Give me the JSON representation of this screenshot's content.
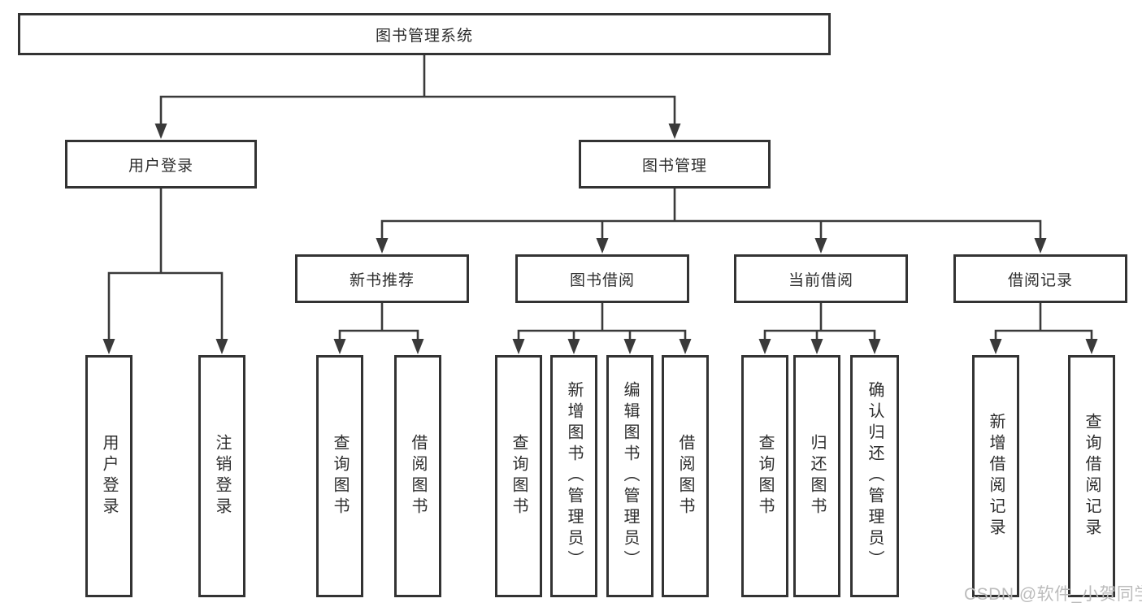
{
  "diagram_title": "图书管理系统",
  "watermark": "CSDN @软件_小贺同学",
  "colors": {
    "line": "#3a3a3a",
    "box_border": "#333333",
    "box_fill": "#ffffff",
    "text": "#2d2d2d",
    "watermark": "#bcbcbc",
    "background": "#ffffff"
  },
  "nodes": [
    {
      "id": "library-management-system",
      "label": "图书管理系统"
    },
    {
      "id": "user-login",
      "label": "用户登录"
    },
    {
      "id": "book-management",
      "label": "图书管理"
    },
    {
      "id": "new-book-recommendation",
      "label": "新书推荐"
    },
    {
      "id": "book-borrowing",
      "label": "图书借阅"
    },
    {
      "id": "current-borrowing",
      "label": "当前借阅"
    },
    {
      "id": "borrowing-records",
      "label": "借阅记录"
    },
    {
      "id": "user-login-action",
      "label": "用户登录"
    },
    {
      "id": "logout-action",
      "label": "注销登录"
    },
    {
      "id": "nb-query-books",
      "label": "查询图书"
    },
    {
      "id": "nb-borrow-books",
      "label": "借阅图书"
    },
    {
      "id": "bb-query-books",
      "label": "查询图书"
    },
    {
      "id": "bb-add-books-admin",
      "label": "新增图书（管理员）"
    },
    {
      "id": "bb-edit-books-admin",
      "label": "编辑图书（管理员）"
    },
    {
      "id": "bb-borrow-books",
      "label": "借阅图书"
    },
    {
      "id": "cb-query-books",
      "label": "查询图书"
    },
    {
      "id": "cb-return-books",
      "label": "归还图书"
    },
    {
      "id": "cb-confirm-return-admin",
      "label": "确认归还（管理员）"
    },
    {
      "id": "br-add-record",
      "label": "新增借阅记录"
    },
    {
      "id": "br-query-record",
      "label": "查询借阅记录"
    }
  ],
  "edges": [
    {
      "parent": "library-management-system",
      "children": [
        "user-login",
        "book-management"
      ]
    },
    {
      "parent": "user-login",
      "children": [
        "user-login-action",
        "logout-action"
      ]
    },
    {
      "parent": "book-management",
      "children": [
        "new-book-recommendation",
        "book-borrowing",
        "current-borrowing",
        "borrowing-records"
      ]
    },
    {
      "parent": "new-book-recommendation",
      "children": [
        "nb-query-books",
        "nb-borrow-books"
      ]
    },
    {
      "parent": "book-borrowing",
      "children": [
        "bb-query-books",
        "bb-add-books-admin",
        "bb-edit-books-admin",
        "bb-borrow-books"
      ]
    },
    {
      "parent": "current-borrowing",
      "children": [
        "cb-query-books",
        "cb-return-books",
        "cb-confirm-return-admin"
      ]
    },
    {
      "parent": "borrowing-records",
      "children": [
        "br-add-record",
        "br-query-record"
      ]
    }
  ]
}
